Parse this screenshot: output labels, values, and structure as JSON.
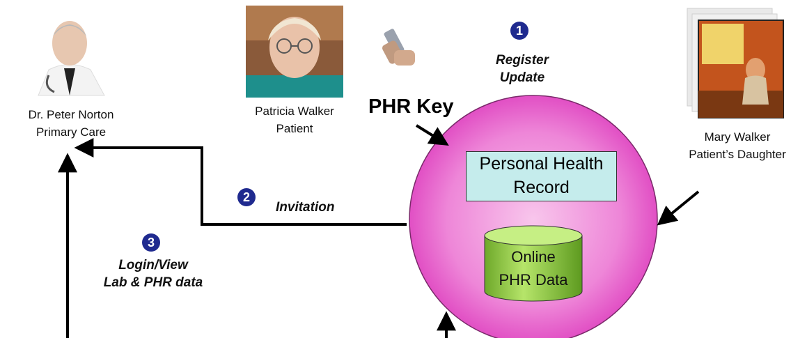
{
  "people": {
    "doctor": {
      "name": "Dr. Peter Norton",
      "role": "Primary Care"
    },
    "patient": {
      "name": "Patricia Walker",
      "role": "Patient"
    },
    "daughter": {
      "name": "Mary Walker",
      "role": "Patient’s Daughter"
    }
  },
  "phr_key_label": "PHR Key",
  "steps": [
    {
      "number": "1",
      "lines": [
        "Register",
        "Update"
      ]
    },
    {
      "number": "2",
      "lines": [
        "Invitation"
      ]
    },
    {
      "number": "3",
      "lines": [
        "Login/View",
        "Lab & PHR data"
      ]
    }
  ],
  "record_box": {
    "lines": [
      "Personal Health",
      "Record"
    ]
  },
  "database": {
    "lines": [
      "Online",
      "PHR Data"
    ]
  },
  "colors": {
    "circle": "#e44fc6",
    "record_box": "#c5ecec",
    "database": "#7fb82c",
    "step_badge": "#1f2a8f"
  }
}
